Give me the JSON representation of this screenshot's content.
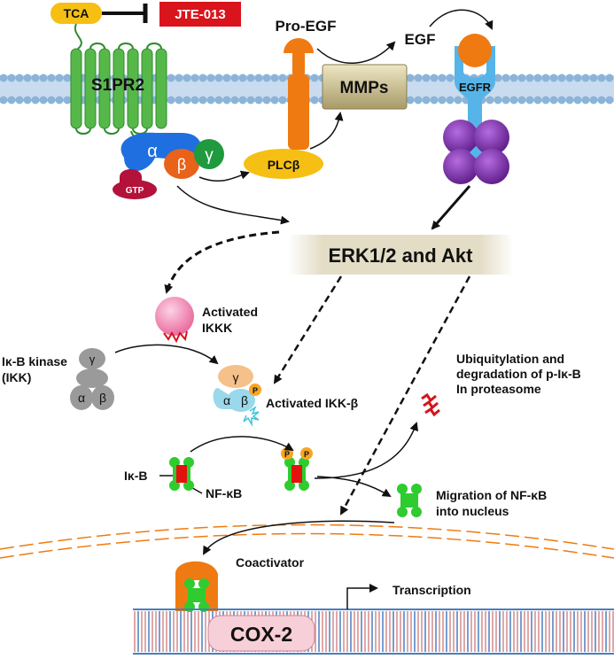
{
  "colors": {
    "tca": "#f5bf14",
    "jte": "#d9141c",
    "s1pr2": "#57b84a",
    "alpha": "#1f6fe0",
    "beta": "#e8621a",
    "gamma": "#1f9a3e",
    "gtp": "#b3123a",
    "plc": "#f5bf14",
    "mmp": "#c4b78a",
    "egf": "#f07a12",
    "egfr": "#56b4e8",
    "kinase": "#7a2aa8",
    "erk_box": "#e6e0cc",
    "ikkk": "#f7a1c3",
    "nfkb": "#2ecc2e",
    "ikb": "#e3120f",
    "membrane": "#8cb4d8",
    "dna": "#d48a8a"
  },
  "labels": {
    "tca": "TCA",
    "jte": "JTE-013",
    "s1pr2": "S1PR2",
    "alpha": "α",
    "beta": "β",
    "gamma": "γ",
    "gtp": "GTP",
    "plc": "PLCβ",
    "pro_egf": "Pro-EGF",
    "egf": "EGF",
    "mmps": "MMPs",
    "egfr": "EGFR",
    "erk": "ERK1/2 and Akt",
    "ikkk_line1": "Activated",
    "ikkk_line2": "IKKK",
    "ikb_kinase_line1": "Iκ-B kinase",
    "ikb_kinase_line2": "(IKK)",
    "ikk_gamma": "γ",
    "ikk_alpha": "α",
    "ikk_beta": "β",
    "act_ikk_gamma": "γ",
    "act_ikk_alpha": "α",
    "act_ikk_beta": "β",
    "act_ikk_p": "P",
    "activated_ikk_beta": "Activated IKK-β",
    "ubiq_line1": "Ubiquitylation and",
    "ubiq_line2": "degradation of p-Iκ-B",
    "ubiq_line3": "In proteasome",
    "ikb": "Iκ-B",
    "nfkb": "NF-κB",
    "p1": "P",
    "p2": "P",
    "migration_line1": "Migration of NF-κB",
    "migration_line2": "into nucleus",
    "coactivator": "Coactivator",
    "transcription": "Transcription",
    "cox2": "COX-2"
  }
}
